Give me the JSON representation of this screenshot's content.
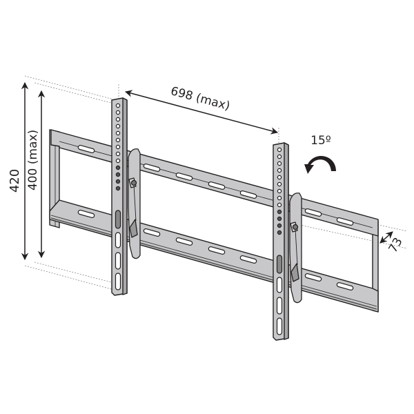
{
  "diagram": {
    "subject": "Tilting TV wall mount bracket",
    "colors": {
      "metal": "#c8c8ca",
      "metal_dark": "#a9a9ab",
      "outline": "#231f20",
      "dimension_line": "#231f20",
      "guide_line": "#8a8a8a",
      "background": "#ffffff"
    },
    "dimensions": {
      "overall_height": "420",
      "vesa_vertical": "400 (max)",
      "vesa_horizontal": "698 (max)",
      "tilt_angle": "15º",
      "wall_depth": "73"
    },
    "components": [
      "wall-plate-frame",
      "top-rail",
      "bottom-rail",
      "left-vertical-arm",
      "right-vertical-arm",
      "left-tilt-bracket",
      "right-tilt-bracket",
      "tilt-direction-arrow"
    ]
  }
}
